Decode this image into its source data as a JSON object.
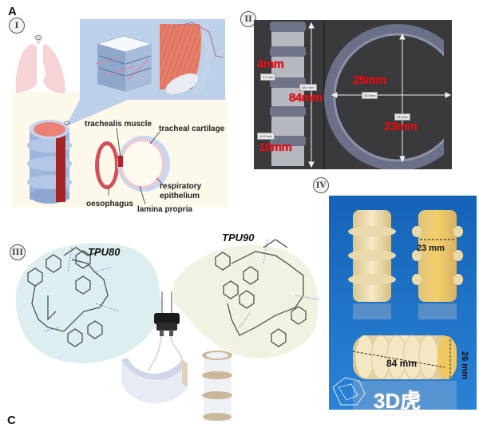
{
  "figure": {
    "panel_letters": [
      "A",
      "C"
    ],
    "watermark": {
      "logo": "3D虎",
      "url": "www.3dhoo.com"
    }
  },
  "panel_I": {
    "numeral": "I",
    "labels": {
      "trachealis_muscle": "trachealis muscle",
      "tracheal_cartilage": "tracheal cartilage",
      "respiratory_epithelium_1": "respiratory",
      "respiratory_epithelium_2": "epithelium",
      "oesophagus": "oesophagus",
      "lamina_propria": "lamina propria"
    },
    "colors": {
      "zoom_bg": "#bcd0ea",
      "panel_bg": "#fdf9ea",
      "lung": "#f6d3d6",
      "tissue_red": "#c8383c"
    }
  },
  "panel_II": {
    "numeral": "II",
    "dimensions_red": {
      "rib_gap": "4mm",
      "length": "84mm",
      "rib_width": "10mm",
      "outer_diameter": "25mm",
      "inner_diameter": "23mm"
    },
    "measure_tags": {
      "rib_gap": "4.0 mm",
      "length": "84.0 mm",
      "rib_width": "10.0 mm",
      "outer_diameter": "25.0mm",
      "inner_diameter": "23.0mm"
    },
    "colors": {
      "bg": "#3a3a3c",
      "label_red": "#e0121a"
    }
  },
  "panel_III": {
    "numeral": "III",
    "materials": [
      "TPU80",
      "TPU90"
    ],
    "colors": {
      "left_bubble": "#dceef0",
      "right_bubble": "#f2f2e2"
    }
  },
  "panel_IV": {
    "numeral": "IV",
    "dimensions": {
      "inner_diameter": "23 mm",
      "length": "84 mm",
      "outer_diameter": "26 mm"
    },
    "colors": {
      "bg": "#1d6fc4",
      "scaffold": "#efe0b0"
    }
  }
}
